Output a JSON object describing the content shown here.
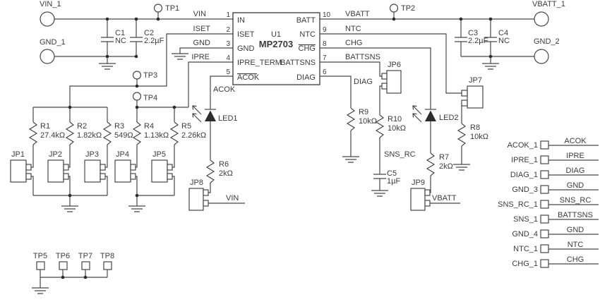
{
  "ic": {
    "refdes": "U1",
    "part": "MP2703",
    "pins": {
      "p1": {
        "num": "1",
        "name": "IN",
        "net": "VIN"
      },
      "p2": {
        "num": "2",
        "name": "ISET",
        "net": "ISET"
      },
      "p3": {
        "num": "3",
        "name": "GND",
        "net": "GND"
      },
      "p4": {
        "num": "4",
        "name": "IPRE_TERM",
        "net": "IPRE"
      },
      "p5": {
        "num": "5",
        "name": "ACOK",
        "net": "ACOK"
      },
      "p6": {
        "num": "6",
        "name": "DIAG",
        "net": "DIAG"
      },
      "p7": {
        "num": "7",
        "name": "BATTSNS",
        "net": "BATTSNS"
      },
      "p8": {
        "num": "8",
        "name": "CHG",
        "net": "CHG"
      },
      "p9": {
        "num": "9",
        "name": "NTC",
        "net": "NTC"
      },
      "p10": {
        "num": "10",
        "name": "BATT",
        "net": "VBATT"
      }
    }
  },
  "terminals": {
    "vin1": "VIN_1",
    "gnd1": "GND_1",
    "vbatt1": "VBATT_1",
    "gnd2": "GND_2"
  },
  "testpoints": {
    "tp1": "TP1",
    "tp2": "TP2",
    "tp3": "TP3",
    "tp4": "TP4",
    "tp5": "TP5",
    "tp6": "TP6",
    "tp7": "TP7",
    "tp8": "TP8"
  },
  "capacitors": {
    "c1": {
      "ref": "C1",
      "value": "NC"
    },
    "c2": {
      "ref": "C2",
      "value": "2.2µF"
    },
    "c3": {
      "ref": "C3",
      "value": "2.2µF"
    },
    "c4": {
      "ref": "C4",
      "value": "NC"
    },
    "c5": {
      "ref": "C5",
      "value": "1µF"
    }
  },
  "resistors": {
    "r1": {
      "ref": "R1",
      "value": "27.4kΩ"
    },
    "r2": {
      "ref": "R2",
      "value": "1.82kΩ"
    },
    "r3": {
      "ref": "R3",
      "value": "549Ω"
    },
    "r4": {
      "ref": "R4",
      "value": "1.13kΩ"
    },
    "r5": {
      "ref": "R5",
      "value": "2.26kΩ"
    },
    "r6": {
      "ref": "R6",
      "value": "2kΩ"
    },
    "r7": {
      "ref": "R7",
      "value": "2kΩ"
    },
    "r8": {
      "ref": "R8",
      "value": "10kΩ"
    },
    "r9": {
      "ref": "R9",
      "value": "10kΩ"
    },
    "r10": {
      "ref": "R10",
      "value": "10kΩ"
    }
  },
  "leds": {
    "led1": "LED1",
    "led2": "LED2"
  },
  "jumpers": {
    "jp1": "JP1",
    "jp2": "JP2",
    "jp3": "JP3",
    "jp4": "JP4",
    "jp5": "JP5",
    "jp6": "JP6",
    "jp7": "JP7",
    "jp8": "JP8",
    "jp9": "JP9"
  },
  "nets": {
    "vin": "VIN",
    "vbatt": "VBATT",
    "sns_rc": "SNS_RC"
  },
  "connector": {
    "rows": [
      {
        "pin": "ACOK_1",
        "net": "ACOK"
      },
      {
        "pin": "IPRE_1",
        "net": "IPRE"
      },
      {
        "pin": "DIAG_1",
        "net": "DIAG"
      },
      {
        "pin": "GND_3",
        "net": "GND"
      },
      {
        "pin": "SNS_RC_1",
        "net": "SNS_RC"
      },
      {
        "pin": "SNS_1",
        "net": "BATTSNS"
      },
      {
        "pin": "GND_4",
        "net": "GND"
      },
      {
        "pin": "NTC_1",
        "net": "NTC"
      },
      {
        "pin": "CHG_1",
        "net": "CHG"
      }
    ]
  }
}
